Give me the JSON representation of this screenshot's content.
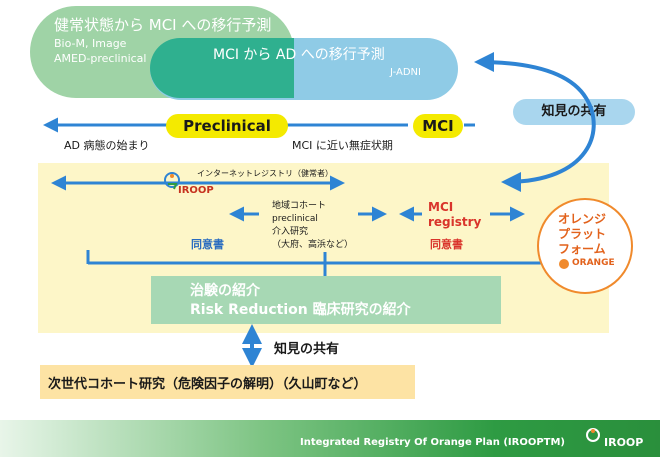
{
  "top": {
    "green_title": "健常状態から MCI への移行予測",
    "green_sub1": "Bio-M, Image",
    "green_sub2": "AMED-preclinical",
    "blue_title": "MCI から AD への移行予測",
    "blue_sub": "J-ADNI"
  },
  "knowledge_share_top": "知見の共有",
  "timeline": {
    "preclinical": "Preclinical",
    "mci": "MCI",
    "left_label": "AD 病態の始まり",
    "right_label": "MCI に近い無症状期"
  },
  "registry": {
    "internet_registry": "インターネットレジストリ（健常者）",
    "irooq_logo": "IROOP",
    "cohort_lines": [
      "地域コホート",
      "preclinical",
      "介入研究",
      "（大府、高浜など）"
    ],
    "consent_left": "同意書",
    "mci_registry_lines": [
      "MCI",
      "registry"
    ],
    "consent_right": "同意書"
  },
  "platform": {
    "lines": [
      "オレンジ",
      "プラット",
      "フォーム"
    ],
    "logo_text": "ORANGE"
  },
  "trial_box": {
    "line1": "治験の紹介",
    "line2": "Risk Reduction 臨床研究の紹介"
  },
  "knowledge_share_bottom": "知見の共有",
  "next_cohort": "次世代コホート研究（危険因子の解明）（久山町など）",
  "footer": {
    "title": "Integrated Registry Of Orange Plan (IROOPTM)",
    "logo": "IROOP"
  },
  "colors": {
    "arrow_blue": "#2e84d4",
    "yellow": "#f4ea00",
    "green_dark": "#2e9b43"
  }
}
